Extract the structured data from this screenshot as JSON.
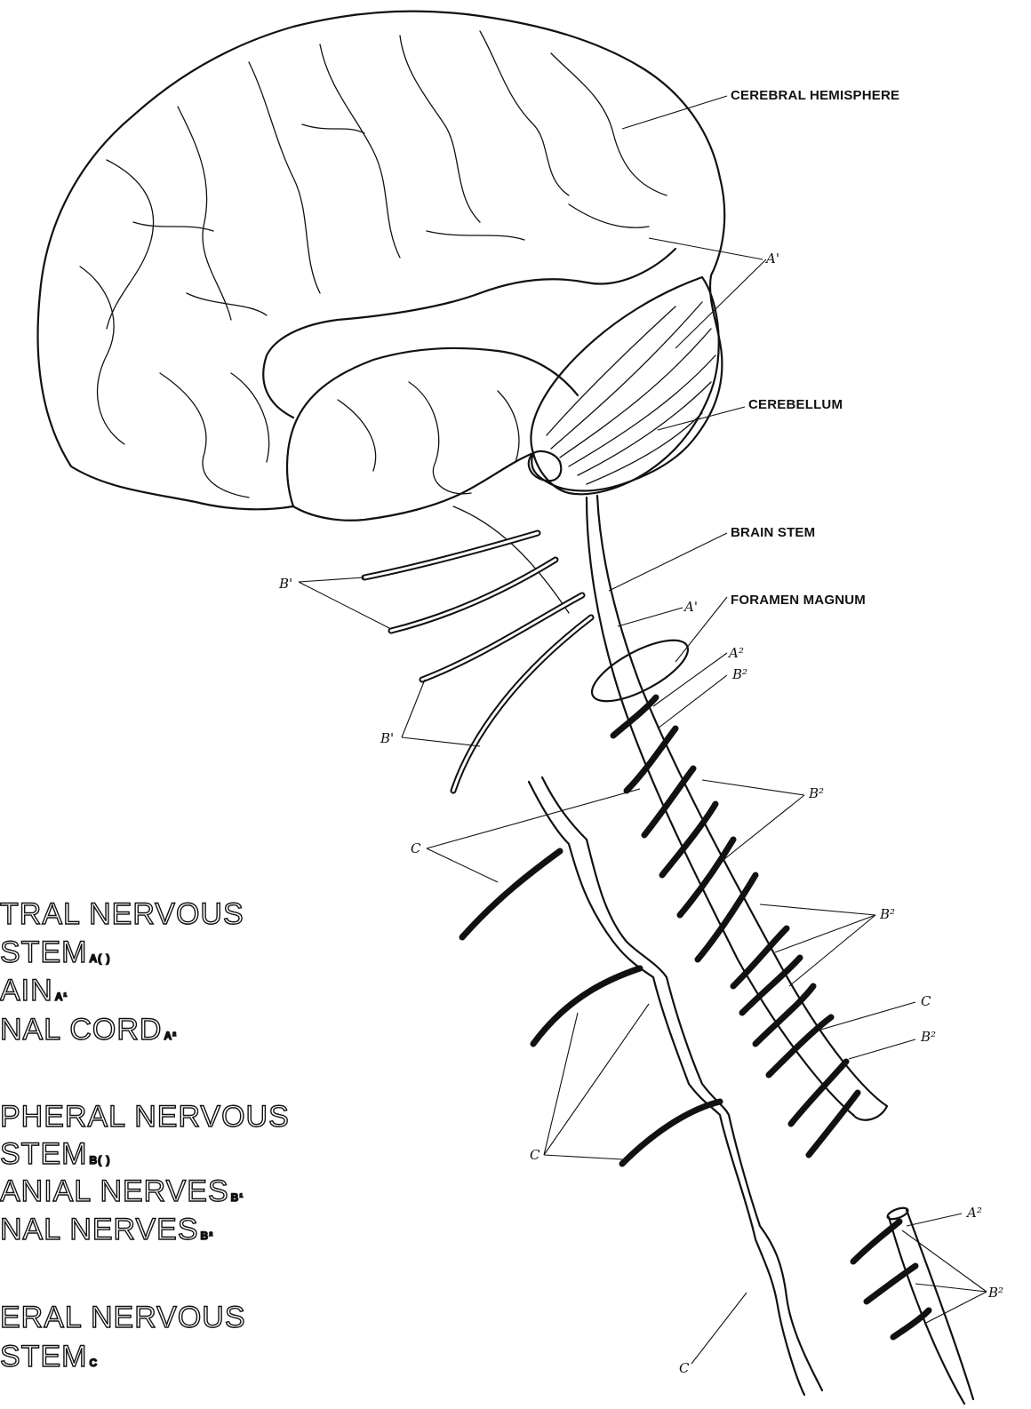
{
  "labels": {
    "cerebral_hemisphere": "CEREBRAL HEMISPHERE",
    "cerebellum": "CEREBELLUM",
    "brain_stem": "BRAIN STEM",
    "foramen_magnum": "FORAMEN MAGNUM"
  },
  "markers": {
    "a1": "A'",
    "a1_stem": "A'",
    "a2": "A²",
    "a2_lower": "A²",
    "b1_upper": "B'",
    "b1_lower": "B'",
    "b2_top": "B²",
    "b2_mid1": "B²",
    "b2_mid2": "B²",
    "b2_side": "B²",
    "b2_bottom": "B²",
    "c_left_top": "C",
    "c_left_bottom": "C",
    "c_right": "C",
    "c_bottom": "C"
  },
  "legend": {
    "cns_line1": "TRAL NERVOUS",
    "cns_line2": "STEM",
    "cns_sub": "A( )",
    "brain": "AIN",
    "brain_sub": "A¹",
    "cord": "NAL CORD",
    "cord_sub": "A²",
    "pns_line1": "PHERAL NERVOUS",
    "pns_line2": "STEM",
    "pns_sub": "B( )",
    "cranial": "ANIAL NERVES",
    "cranial_sub": "B¹",
    "spinal": "NAL NERVES",
    "spinal_sub": "B²",
    "ans_line1": "ERAL NERVOUS",
    "ans_line2": "STEM",
    "ans_sub": "C"
  }
}
